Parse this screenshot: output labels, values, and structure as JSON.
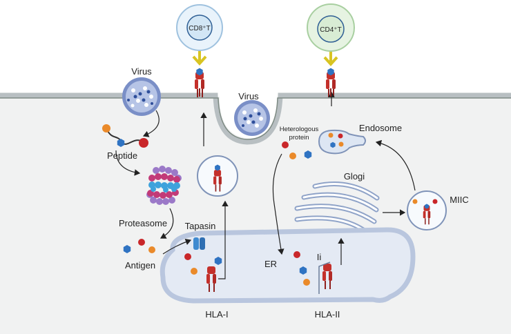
{
  "cells": {
    "cd8": "CD8⁺T",
    "cd4": "CD4⁺T"
  },
  "labels": {
    "virus_left": "Virus",
    "virus_mid": "Virus",
    "peptide": "Peptide",
    "proteasome": "Proteasome",
    "antigen": "Antigen",
    "tapasin": "Tapasin",
    "hetero_line1": "Heterologous",
    "hetero_line2": "protein",
    "endosome": "Endosome",
    "golgi": "Glogi",
    "miic": "MIIC",
    "er": "ER",
    "ii": "Ii",
    "hla1": "HLA-I",
    "hla2": "HLA-II"
  },
  "colors": {
    "membrane": "#b8bfc2",
    "membrane_edge": "#7d8a83",
    "cytoplasm": "#f1f2f2",
    "er_fill": "#e4eaf4",
    "er_edge": "#b9c6de",
    "receptor_red": "#c4302b",
    "receptor_dark": "#8e1f1c",
    "tcr_yellow": "#d8c422",
    "cd8_fill": "#d2e6f5",
    "cd4_fill": "#d8ecd4",
    "blue_hex": "#2f73c2",
    "orange": "#ea8a2a",
    "red_dot": "#c9272a",
    "tapasin": "#3f8ad0"
  }
}
